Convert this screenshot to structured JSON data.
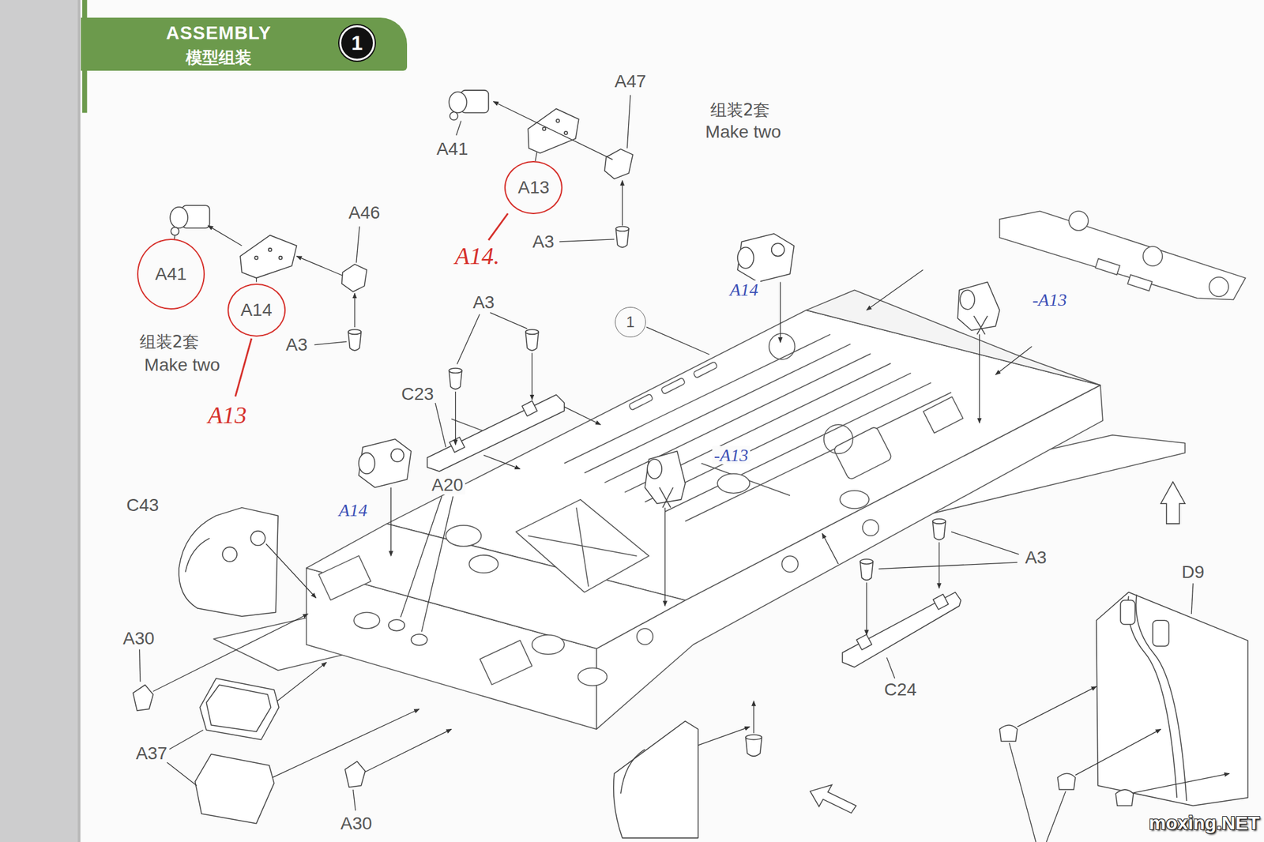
{
  "diagram": {
    "nodes": [
      {
        "text": [
          "ASSEMBLY",
          "模型组装"
        ]
      },
      {
        "text": [
          "1"
        ],
        "in": 0
      },
      {
        "text": [
          "A13"
        ]
      },
      {
        "text": [
          "A41"
        ]
      },
      {
        "text": [
          "A14"
        ]
      },
      {
        "text": [
          "1"
        ]
      }
    ],
    "labels": [
      "A41",
      "A47",
      "组装2套",
      "Make two",
      "A3",
      "A14.",
      "A46",
      "组装2套",
      "Make two",
      "A13",
      "A3",
      "A3",
      "C23",
      "A14",
      "-A13",
      "A14",
      "-A13",
      "A20",
      "C43",
      "A3",
      "C24",
      "D9",
      "A30",
      "A37",
      "A30",
      "moxing.NET"
    ]
  }
}
